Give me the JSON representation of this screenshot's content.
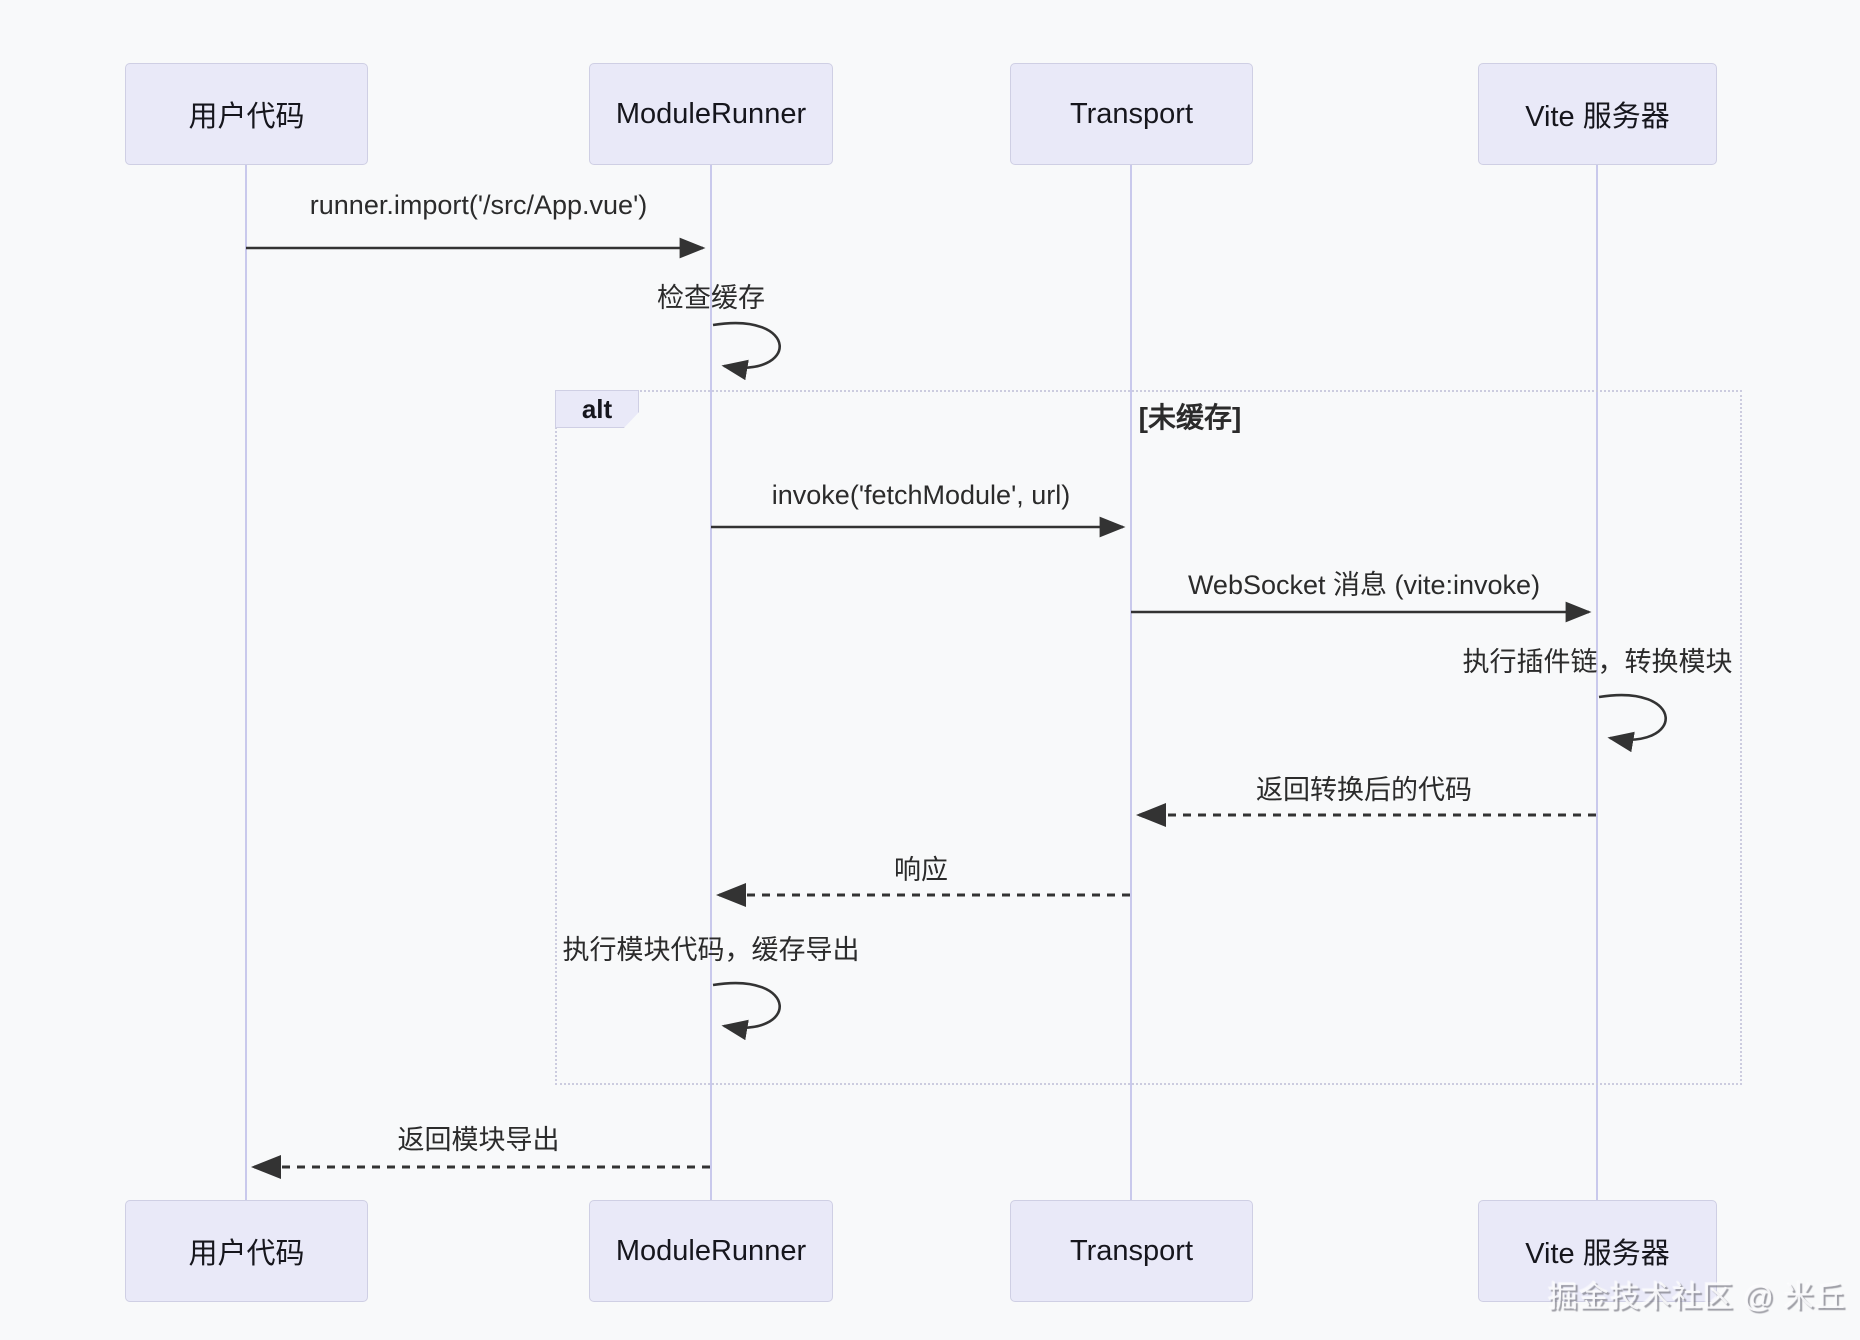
{
  "diagram": {
    "type": "sequence-diagram",
    "participants": [
      {
        "id": "user-code",
        "label": "用户代码"
      },
      {
        "id": "module-runner",
        "label": "ModuleRunner"
      },
      {
        "id": "transport",
        "label": "Transport"
      },
      {
        "id": "vite-server",
        "label": "Vite 服务器"
      }
    ],
    "messages": {
      "import_call": "runner.import('/src/App.vue')",
      "check_cache": "检查缓存",
      "invoke_fetch": "invoke('fetchModule', url)",
      "ws_message": "WebSocket 消息 (vite:invoke)",
      "plugin_chain": "执行插件链，转换模块",
      "return_code": "返回转换后的代码",
      "response": "响应",
      "exec_module": "执行模块代码，缓存导出",
      "return_exports": "返回模块导出"
    },
    "alt": {
      "label": "alt",
      "condition": "[未缓存]"
    },
    "watermark": "掘金技术社区 @ 米丘",
    "colors": {
      "background": "#f8f9fa",
      "actor_fill": "#e9e9f8",
      "actor_border": "#cfcfe4",
      "lifeline": "#c9c9ec",
      "arrow": "#333333",
      "text": "#2b2b2b"
    }
  }
}
